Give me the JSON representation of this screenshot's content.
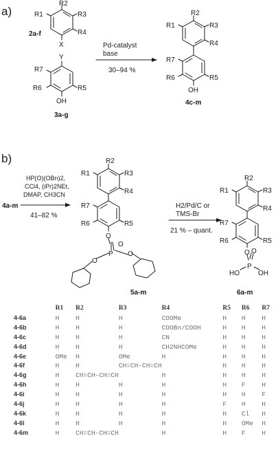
{
  "panel_a": {
    "label": "a)",
    "reactant1": {
      "name": "2a-f",
      "subs": {
        "R1": "R1",
        "R2": "R2",
        "R3": "R3",
        "R4": "R4",
        "X": "X"
      }
    },
    "reactant2": {
      "name": "3a-g",
      "subs": {
        "Y": "Y",
        "R7": "R7",
        "R6": "R6",
        "R5": "R5",
        "OH": "OH"
      }
    },
    "conditions": [
      "Pd-catalyst",
      "base"
    ],
    "yield": "30–94 %",
    "product": {
      "name": "4c-m"
    }
  },
  "panel_b": {
    "label": "b)",
    "start": "4a-m",
    "step1_conditions": [
      "HP(O)(OBn)2,",
      "CCl4, (iPr)2NEt,",
      "DMAP, CH3CN"
    ],
    "step1_yield": "41–82 %",
    "intermediate": "5a-m",
    "step2_conditions": [
      "H2/Pd/C or",
      "TMS-Br"
    ],
    "step2_yield": "21 % – quant.",
    "product": "6a-m",
    "atoms": {
      "P": "P",
      "O": "O",
      "HO": "HO",
      "OH": "OH"
    }
  },
  "table": {
    "headers": [
      "",
      "R1",
      "R2",
      "R3",
      "R4",
      "R5",
      "R6",
      "R7"
    ],
    "rows": [
      [
        "4-6a",
        "H",
        "H",
        "H",
        "COOMe",
        "H",
        "H",
        "H"
      ],
      [
        "4-6b",
        "H",
        "H",
        "H",
        "COOBn/COOH",
        "H",
        "H",
        "H"
      ],
      [
        "4-6c",
        "H",
        "H",
        "H",
        "CN",
        "H",
        "H",
        "H"
      ],
      [
        "4-6d",
        "H",
        "H",
        "H",
        "CH2NHCOMe",
        "H",
        "H",
        "H"
      ],
      [
        "4-6e",
        "OMe",
        "H",
        "OMe",
        "H",
        "H",
        "H",
        "H"
      ],
      [
        "4-6f",
        "H",
        "H",
        "CH=CH-CH=CH",
        "",
        "H",
        "H",
        "H"
      ],
      [
        "4-6g",
        "H",
        "CH=CH-CH=CH",
        "",
        "H",
        "H",
        "H",
        "H"
      ],
      [
        "4-6h",
        "H",
        "H",
        "H",
        "H",
        "H",
        "F",
        "H"
      ],
      [
        "4-6i",
        "H",
        "H",
        "H",
        "H",
        "H",
        "H",
        "F"
      ],
      [
        "4-6j",
        "H",
        "H",
        "H",
        "H",
        "F",
        "H",
        "H"
      ],
      [
        "4-6k",
        "H",
        "H",
        "H",
        "H",
        "H",
        "Cl",
        "H"
      ],
      [
        "4-6l",
        "H",
        "H",
        "H",
        "H",
        "H",
        "OMe",
        "H"
      ],
      [
        "4-6m",
        "H",
        "CH=CH-CH=CH",
        "",
        "H",
        "H",
        "F",
        "H"
      ]
    ]
  }
}
